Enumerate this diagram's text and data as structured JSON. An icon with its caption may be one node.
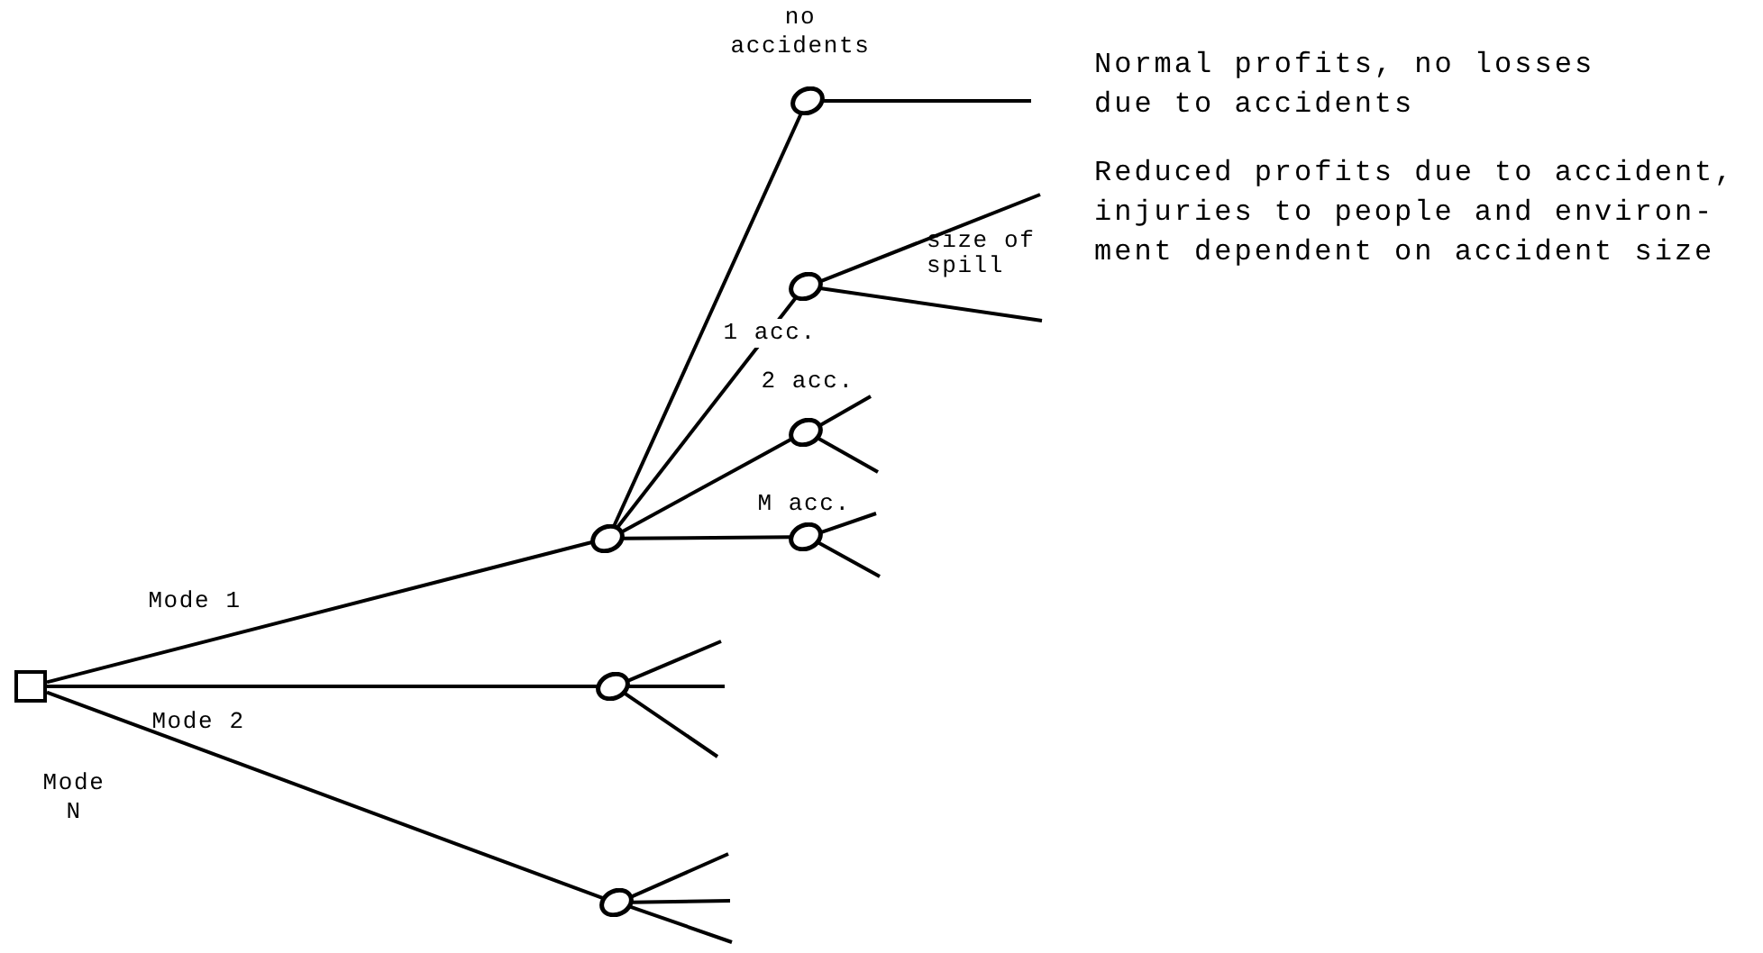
{
  "diagram": {
    "nodes": [
      {
        "text": [],
        "shape": "box"
      },
      {
        "text": [],
        "shape": "circle"
      },
      {
        "text": [],
        "shape": "circle"
      },
      {
        "text": [],
        "shape": "circle"
      },
      {
        "text": [],
        "shape": "circle"
      },
      {
        "text": [],
        "shape": "circle"
      },
      {
        "text": [],
        "shape": "circle"
      },
      {
        "text": [],
        "shape": "circle"
      }
    ],
    "edges": [
      {
        "from": 0,
        "to": 1,
        "arrow": "none",
        "label": "Mode 1"
      },
      {
        "from": 0,
        "to": 2,
        "arrow": "none",
        "label": "Mode 2"
      },
      {
        "from": 0,
        "to": 3,
        "arrow": "none",
        "label": "Mode N"
      },
      {
        "from": 1,
        "to": 4,
        "arrow": "none",
        "label": "no accidents"
      },
      {
        "from": 1,
        "to": 5,
        "arrow": "none",
        "label": "1 acc."
      },
      {
        "from": 1,
        "to": 6,
        "arrow": "none",
        "label": "2 acc."
      },
      {
        "from": 1,
        "to": 7,
        "arrow": "none",
        "label": "M acc."
      },
      {
        "from": 4,
        "to": null,
        "arrow": "none"
      },
      {
        "from": 5,
        "to": null,
        "arrow": "none"
      },
      {
        "from": 5,
        "to": null,
        "arrow": "none"
      },
      {
        "from": 6,
        "to": null,
        "arrow": "none"
      },
      {
        "from": 6,
        "to": null,
        "arrow": "none"
      },
      {
        "from": 7,
        "to": null,
        "arrow": "none"
      },
      {
        "from": 7,
        "to": null,
        "arrow": "none"
      },
      {
        "from": 2,
        "to": null,
        "arrow": "none"
      },
      {
        "from": 2,
        "to": null,
        "arrow": "none"
      },
      {
        "from": 2,
        "to": null,
        "arrow": "none"
      },
      {
        "from": 3,
        "to": null,
        "arrow": "none"
      },
      {
        "from": 3,
        "to": null,
        "arrow": "none"
      },
      {
        "from": 3,
        "to": null,
        "arrow": "none"
      }
    ],
    "labels": [
      "size of spill",
      "Normal profits, no losses due to accidents",
      "Reduced profits due to accident, injuries to people and environ- ment dependent on accident size"
    ]
  }
}
